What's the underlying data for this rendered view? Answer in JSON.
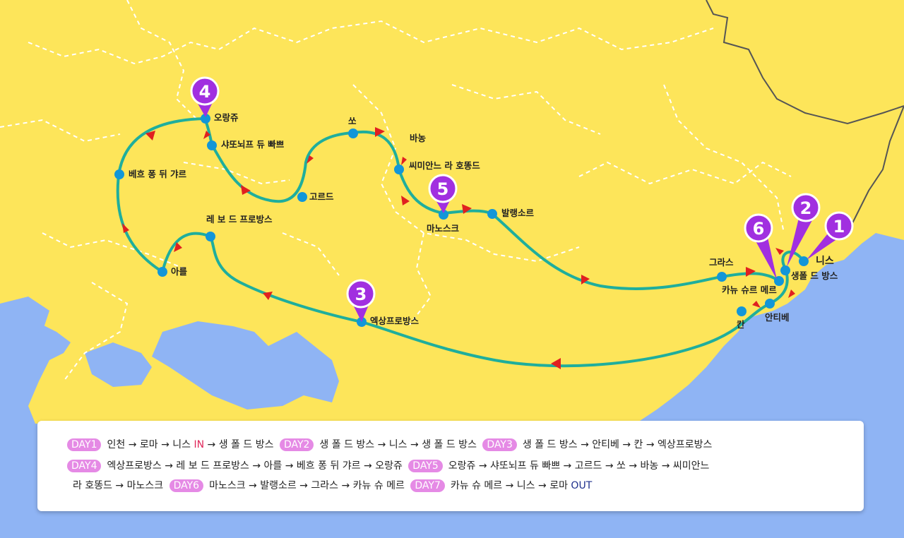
{
  "colors": {
    "sea": "#8fb4f4",
    "land": "#fde55a",
    "route": "#1fae9c",
    "stop": "#1296d8",
    "arrow": "#e02020",
    "pin": "#a12fe0",
    "border": "#ffffff",
    "national_border": "#555555"
  },
  "places": {
    "nice": "니스",
    "saint_paul": "생폴 드 방스",
    "cagnes": "카뉴 슈르 메르",
    "antibes": "안티베",
    "cannes": "칸",
    "grasse": "그라스",
    "valensole": "발랭소르",
    "manosque": "마노스크",
    "simiane": "씨미안느 라 호똥드",
    "banon": "바농",
    "sault": "쏘",
    "gordes": "고르드",
    "chateauneuf": "샤또뇌프 듀 빠쁘",
    "orange": "오랑쥬",
    "vaison": "베흐 퐁 뒤 갸르",
    "arles": "아를",
    "baux": "레 보 드 프로방스",
    "aix": "엑상프로방스"
  },
  "pins": [
    "1",
    "2",
    "3",
    "4",
    "5",
    "6"
  ],
  "itinerary": {
    "line1": [
      {
        "day": "DAY1",
        "text": "인천 → 로마 → 니스 ",
        "em": "IN",
        "em_color": "red",
        "after": " → 생 폴 드 방스"
      },
      {
        "day": "DAY2",
        "text": "생 폴 드 방스 → 니스 → 생 폴 드 방스"
      },
      {
        "day": "DAY3",
        "text": "생 폴 드 방스 → 안티베 → 칸 → 엑상프로방스"
      }
    ],
    "line2": [
      {
        "day": "DAY4",
        "text": "엑상프로방스 → 레 보 드 프로방스 → 아를 → 베흐 퐁 뒤 갸르 → 오랑쥬"
      },
      {
        "day": "DAY5",
        "text": "오랑쥬 → 샤또뇌프 듀 빠쁘 → 고르드 → 쏘 → 바농 → 씨미안느"
      }
    ],
    "line3": [
      {
        "day": "",
        "text": "라 호똥드 → 마노스크"
      },
      {
        "day": "DAY6",
        "text": "마노스크 → 발랭소르 → 그라스 → 카뉴 슈 메르"
      },
      {
        "day": "DAY7",
        "text": "카뉴 슈 메르 → 니스 → 로마 ",
        "em": "OUT",
        "em_color": "blue",
        "after": ""
      }
    ]
  }
}
